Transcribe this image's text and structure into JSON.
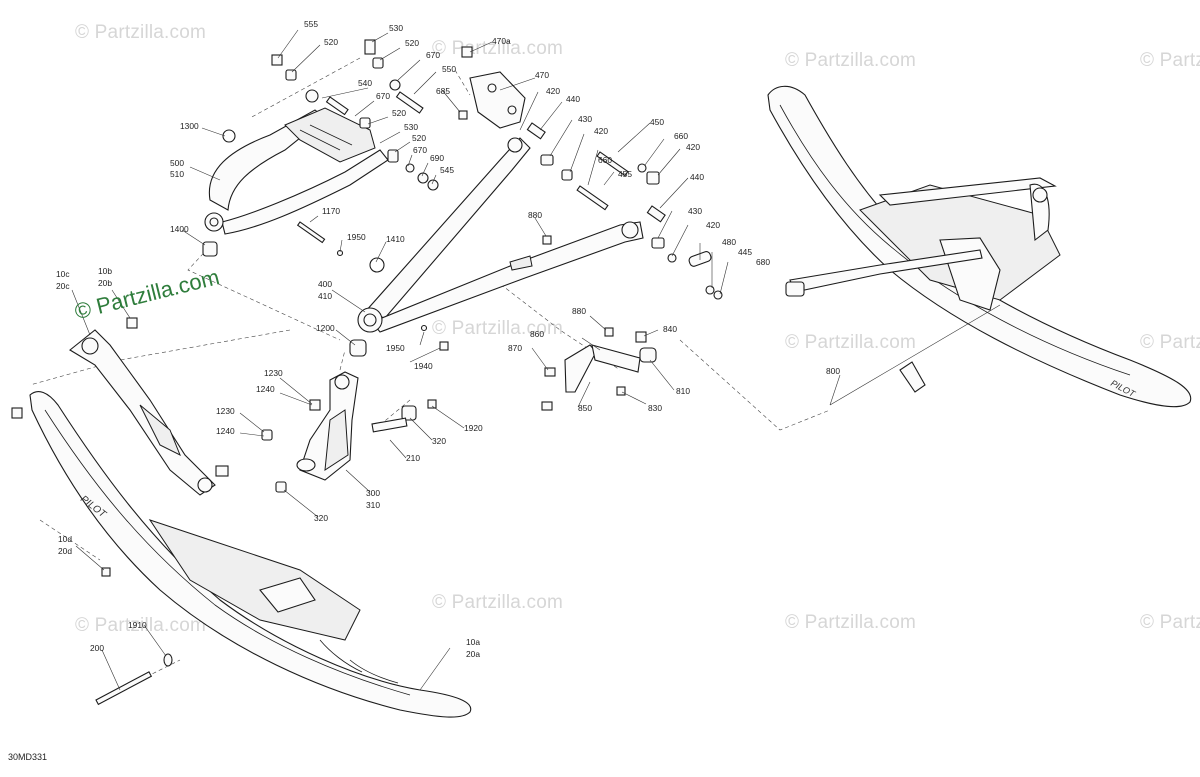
{
  "diagram": {
    "watermark_text": "© Partzilla.com",
    "drawing_code": "30MD331",
    "callouts": {
      "c555": "555",
      "c520a": "520",
      "c530a": "530",
      "c520b": "520",
      "c670a": "670",
      "c470a": "470a",
      "c550": "550",
      "c540": "540",
      "c685": "685",
      "c470": "470",
      "c670b": "670",
      "c420a": "420",
      "c440a": "440",
      "c520c": "520",
      "c1300": "1300",
      "c530b": "530",
      "c430a": "430",
      "c450": "450",
      "c520d": "520",
      "c420b": "420",
      "c660a": "660",
      "c670c": "670",
      "c660b": "660",
      "c420c": "420",
      "c500": "500",
      "c510": "510",
      "c690": "690",
      "c545": "545",
      "c455": "455",
      "c440b": "440",
      "c1170": "1170",
      "c880a": "880",
      "c430b": "430",
      "c1400": "1400",
      "c1950a": "1950",
      "c1410": "1410",
      "c420d": "420",
      "c480": "480",
      "c445": "445",
      "c680": "680",
      "c10c": "10c",
      "c20c": "20c",
      "c10b": "10b",
      "c20b": "20b",
      "c400": "400",
      "c410": "410",
      "c880b": "880",
      "c840": "840",
      "c1200": "1200",
      "c860": "860",
      "c1950b": "1950",
      "c870": "870",
      "c810": "810",
      "c1940": "1940",
      "c800": "800",
      "c1230a": "1230",
      "c1240a": "1240",
      "c850": "850",
      "c830": "830",
      "c1230b": "1230",
      "c1920": "1920",
      "c1240b": "1240",
      "c320a": "320",
      "c210": "210",
      "c300": "300",
      "c310": "310",
      "c320b": "320",
      "c10d": "10d",
      "c20d": "20d",
      "c1910": "1910",
      "c200": "200",
      "c10a": "10a",
      "c20a": "20a"
    }
  }
}
